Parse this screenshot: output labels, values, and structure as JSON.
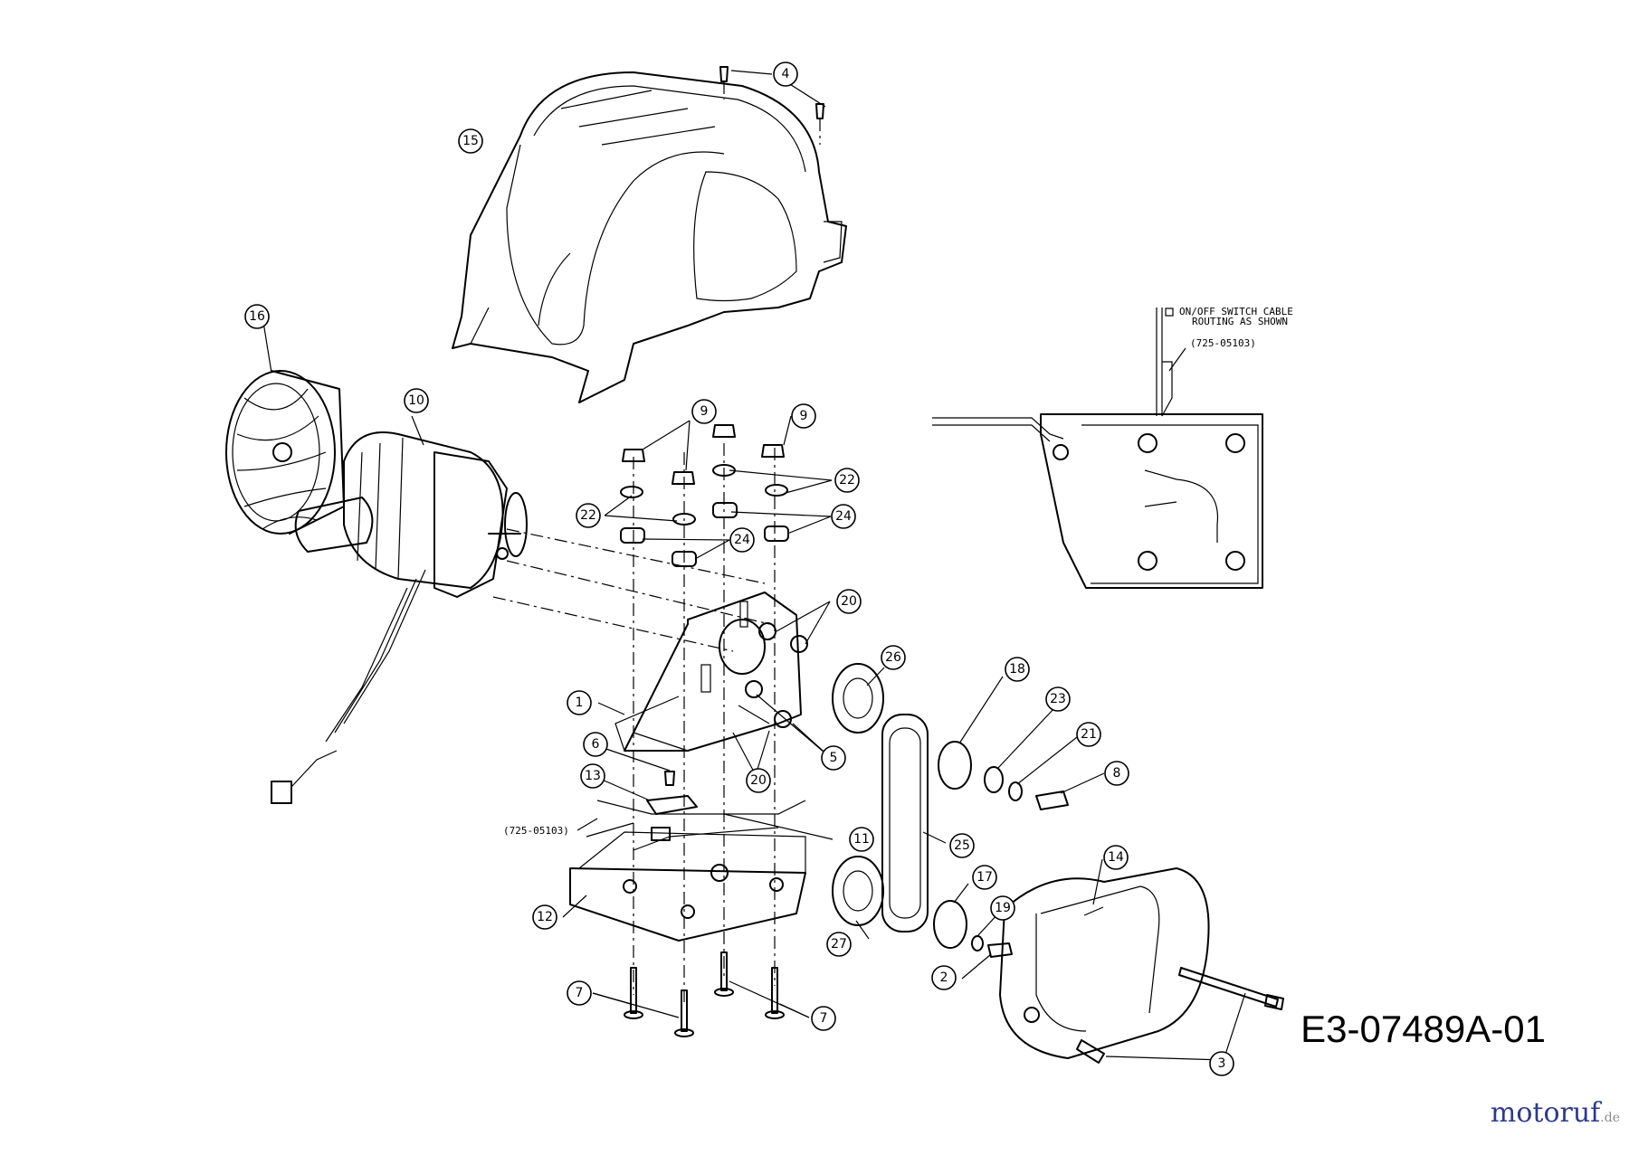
{
  "diagram": {
    "drawing_code": "E3-07489A-01",
    "watermark": {
      "brand": "motoruf",
      "tld": ".de"
    },
    "notes": {
      "cable_routing": [
        "ON/OFF SWITCH CABLE",
        "ROUTING AS SHOWN"
      ],
      "cable_part_number_inset": "(725-05103)",
      "cable_part_number_main": "(725-05103)"
    },
    "callouts": [
      {
        "id": "c4",
        "label": "4"
      },
      {
        "id": "c15",
        "label": "15"
      },
      {
        "id": "c16",
        "label": "16"
      },
      {
        "id": "c10",
        "label": "10"
      },
      {
        "id": "c9a",
        "label": "9"
      },
      {
        "id": "c9b",
        "label": "9"
      },
      {
        "id": "c22a",
        "label": "22"
      },
      {
        "id": "c22b",
        "label": "22"
      },
      {
        "id": "c24a",
        "label": "24"
      },
      {
        "id": "c24b",
        "label": "24"
      },
      {
        "id": "c20a",
        "label": "20"
      },
      {
        "id": "c20b",
        "label": "20"
      },
      {
        "id": "c26",
        "label": "26"
      },
      {
        "id": "c1",
        "label": "1"
      },
      {
        "id": "c5",
        "label": "5"
      },
      {
        "id": "c6",
        "label": "6"
      },
      {
        "id": "c13",
        "label": "13"
      },
      {
        "id": "c11",
        "label": "11"
      },
      {
        "id": "c12",
        "label": "12"
      },
      {
        "id": "c18",
        "label": "18"
      },
      {
        "id": "c23",
        "label": "23"
      },
      {
        "id": "c21",
        "label": "21"
      },
      {
        "id": "c8",
        "label": "8"
      },
      {
        "id": "c25",
        "label": "25"
      },
      {
        "id": "c14",
        "label": "14"
      },
      {
        "id": "c17",
        "label": "17"
      },
      {
        "id": "c19",
        "label": "19"
      },
      {
        "id": "c27",
        "label": "27"
      },
      {
        "id": "c2",
        "label": "2"
      },
      {
        "id": "c7a",
        "label": "7"
      },
      {
        "id": "c7b",
        "label": "7"
      },
      {
        "id": "c3",
        "label": "3"
      }
    ]
  }
}
